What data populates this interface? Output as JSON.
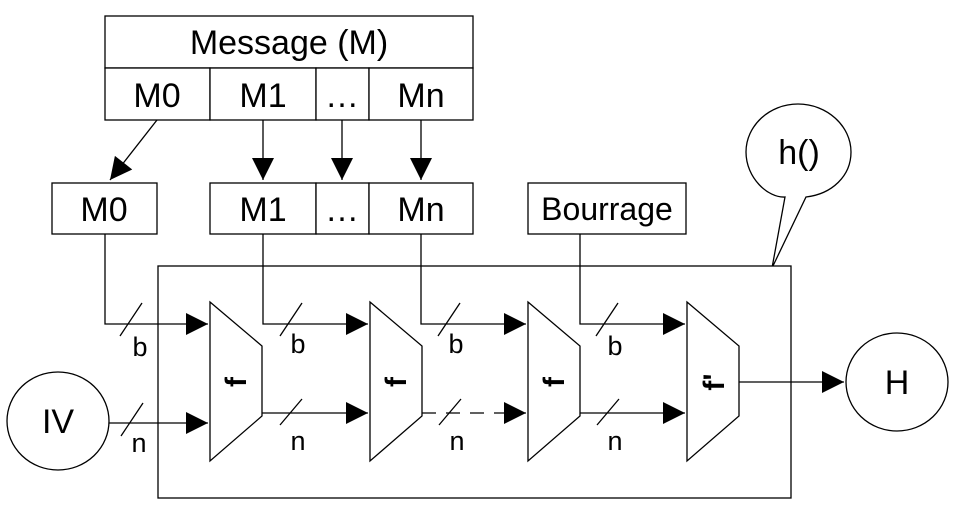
{
  "message": {
    "title": "Message (M)",
    "blocks": [
      "M0",
      "M1",
      "…",
      "Mn"
    ]
  },
  "split_blocks": {
    "first": "M0",
    "rest": [
      "M1",
      "…",
      "Mn"
    ]
  },
  "padding_label": "Bourrage",
  "hash_function_label": "h()",
  "iv_label": "IV",
  "output_label": "H",
  "functions": [
    "f",
    "f",
    "f",
    "f'"
  ],
  "bus_width_message": "b",
  "bus_width_chain": "n"
}
